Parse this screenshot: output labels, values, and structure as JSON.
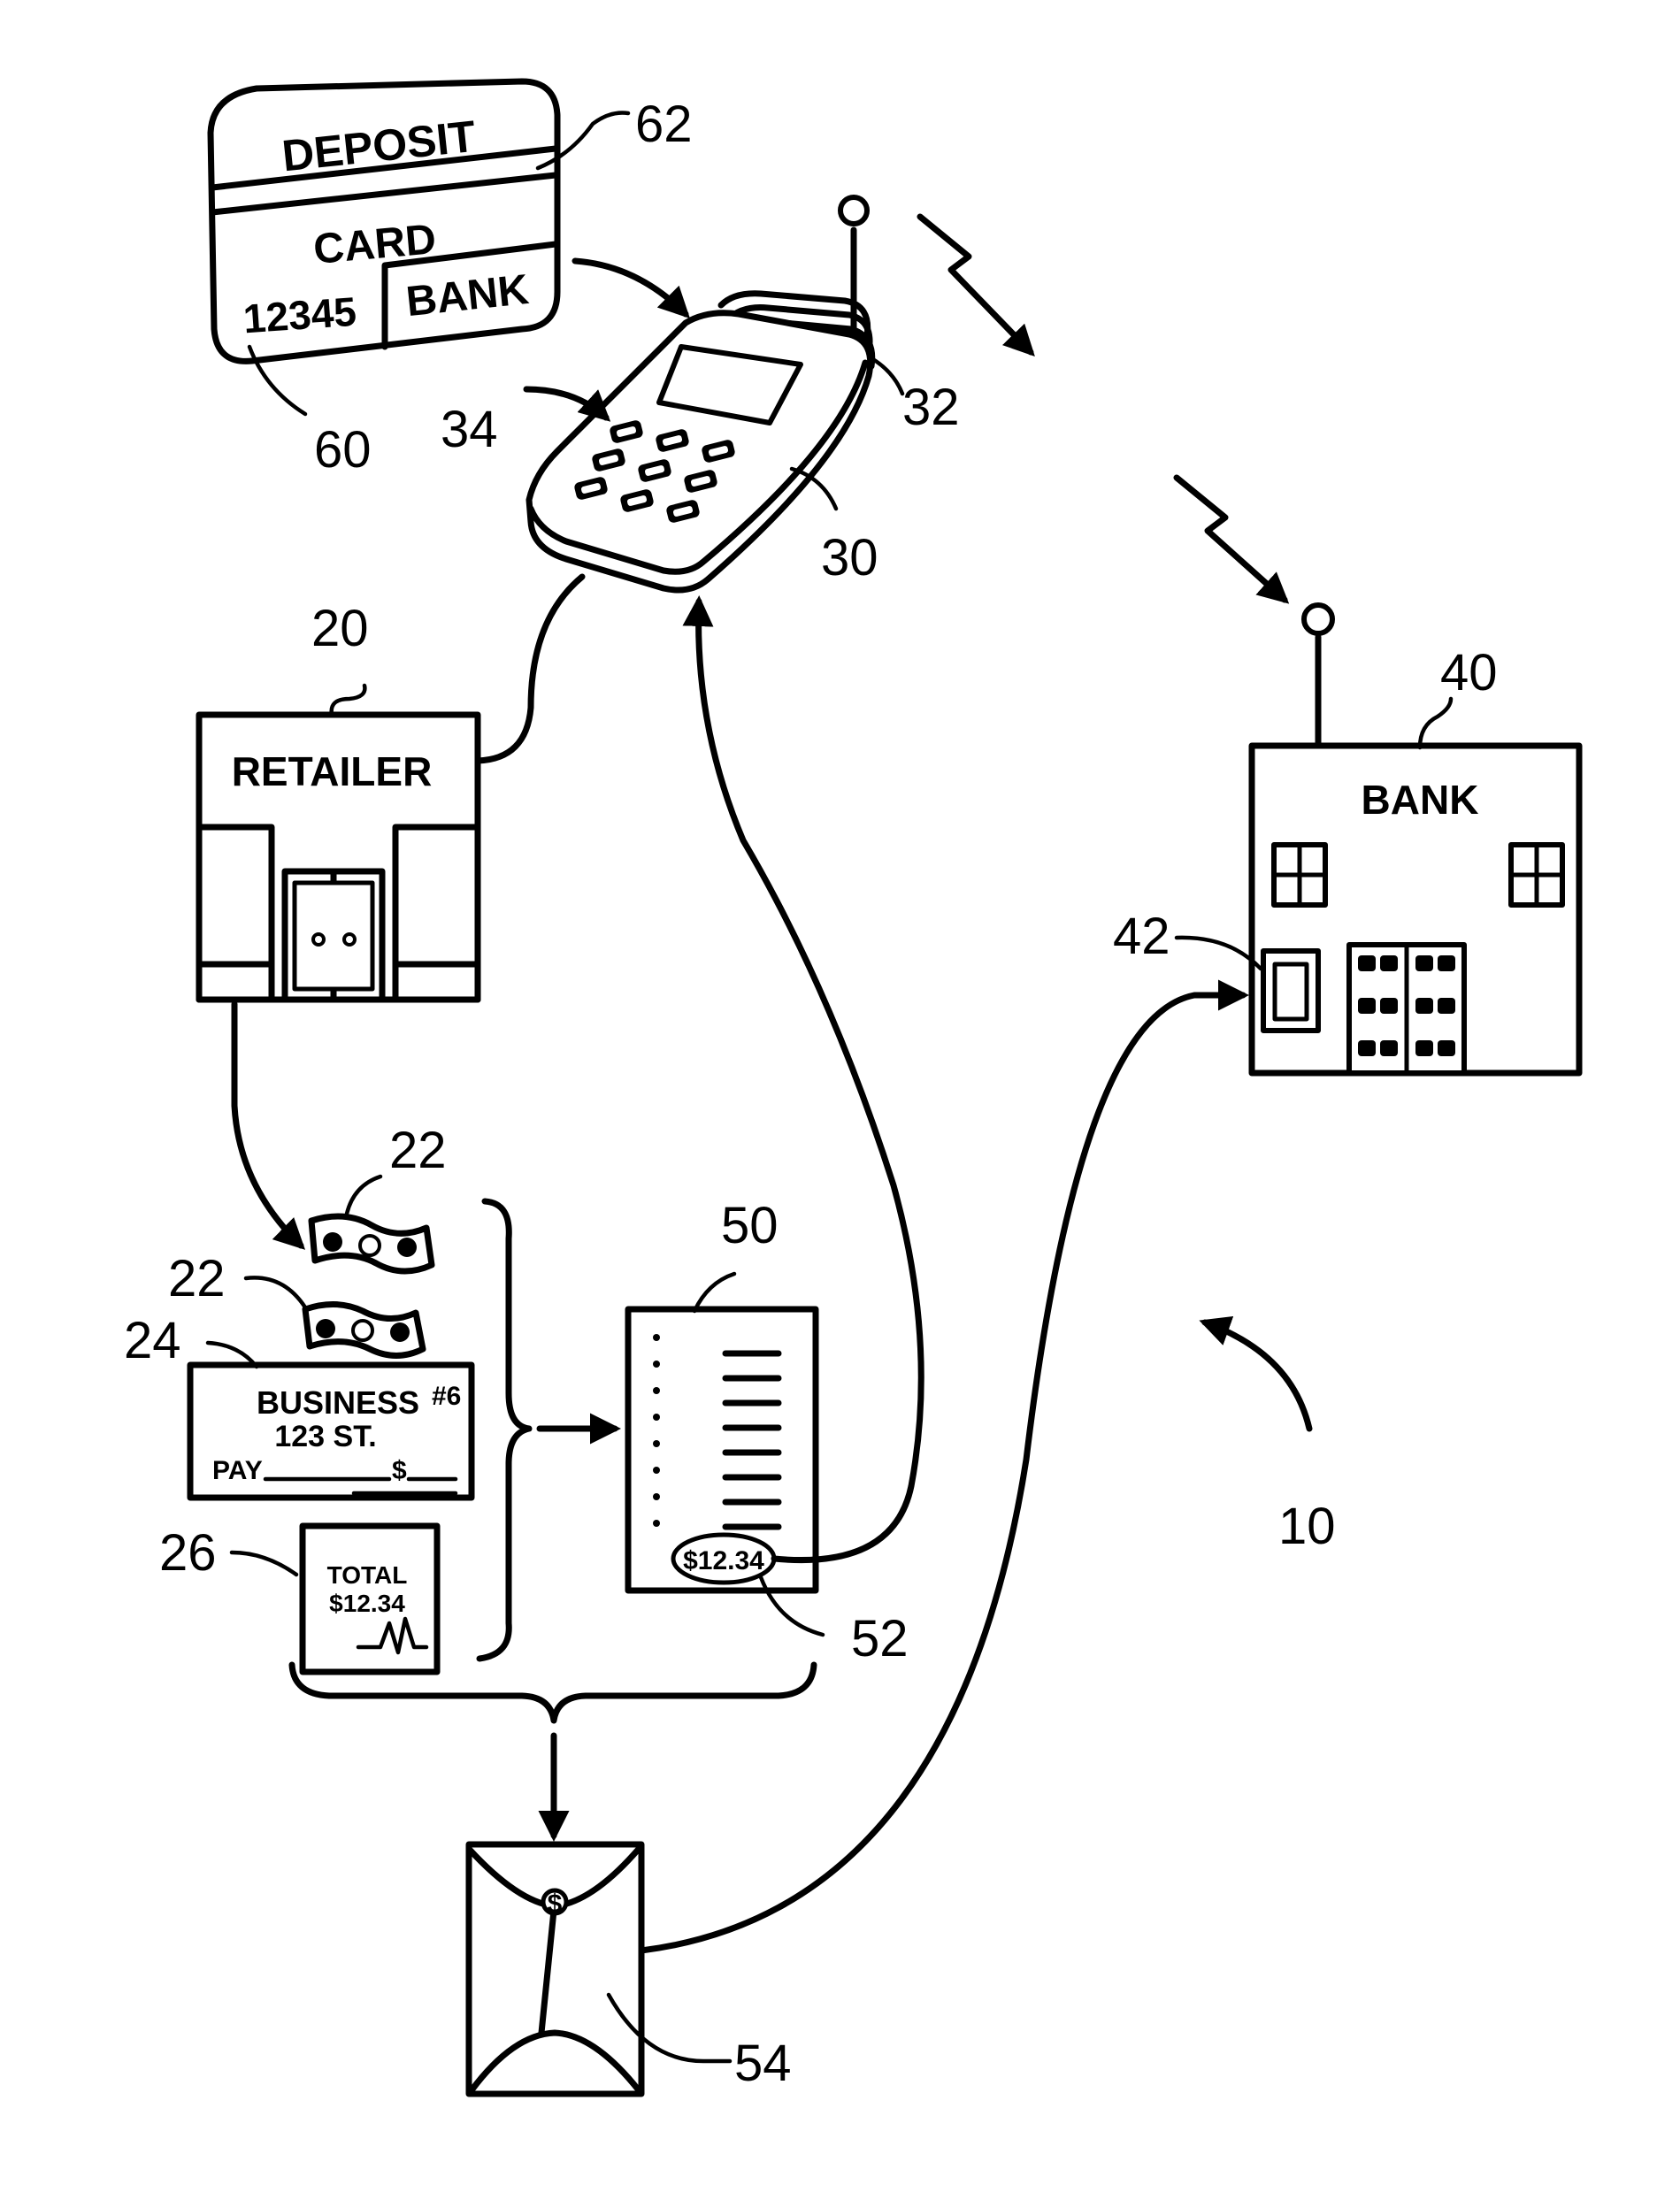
{
  "card": {
    "top_label": "DEPOSIT",
    "middle_label": "CARD",
    "number": "12345",
    "bank_label": "BANK"
  },
  "retailer": {
    "label": "RETAILER"
  },
  "bank": {
    "label": "BANK"
  },
  "check": {
    "payee": "BUSINESS",
    "number": "#6",
    "address": "123 ST.",
    "pay_line": "PAY",
    "dollar_sign": "$"
  },
  "receipt": {
    "label": "TOTAL",
    "amount": "$12.34"
  },
  "deposit_slip": {
    "amount": "$12.34"
  },
  "envelope": {
    "symbol": "$"
  },
  "refs": {
    "r10": "10",
    "r20": "20",
    "r22a": "22",
    "r22b": "22",
    "r24": "24",
    "r26": "26",
    "r30": "30",
    "r32": "32",
    "r34": "34",
    "r40": "40",
    "r42": "42",
    "r50": "50",
    "r52": "52",
    "r54": "54",
    "r60": "60",
    "r62": "62"
  }
}
